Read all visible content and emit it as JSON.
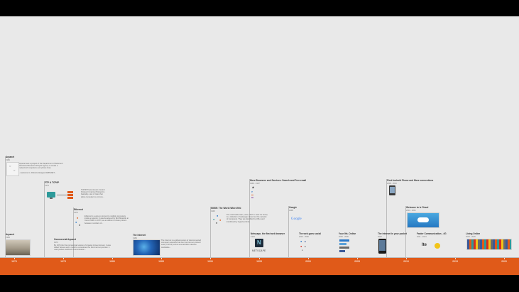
{
  "axis": {
    "ticks": [
      "1970",
      "1975",
      "1980",
      "1985",
      "1990",
      "1995",
      "2000",
      "2005",
      "2010",
      "2015",
      "2020"
    ],
    "color": "#e05a19"
  },
  "events": {
    "arpanet": {
      "title": "Arpanet",
      "date": "1969",
      "text": "Arpanet was a project of the Department of Defense's Advanced Research Project Agency to create a network of computers over phone lines.",
      "quote": "- Lawrence G. Roberts designed ARPANET..."
    },
    "ftp": {
      "title": "FTP & TCP/IP",
      "date": "1973",
      "text": "TCP/IP Transmission Control Protocol / Internet Protocol is basically a set of rules that allow computers to commu..."
    },
    "ethernet": {
      "title": "Ethernet",
      "date": "1973",
      "text": "Ethernet is a way to connect to multiple computers inside a network. It was developed by Bob Metcalfe at Xerox PARC in 1973, as a solution to share printers between members of..."
    },
    "arpanet2": {
      "title": "Arpanet",
      "date": "1969"
    },
    "commercial": {
      "title": "Commercial Arpanet",
      "date": "1974",
      "text": "By 1974 the first commercial version of Arpanet is been known. It was called Telenet and it could be considered the first Internet provider. It used packet switched communication..."
    },
    "internet": {
      "title": "The Internet",
      "date": "1983",
      "text": "The Internet is a global system of interconnected computer networks that use the Internet protocol suite (TCP/IP) to link several billion devices worldwide..."
    },
    "www": {
      "title": "WWW: The World Wide Web",
      "date": "1990",
      "text": "The world wide web ( www, 'W3' or 'web' for short) is a collection of webpages found on this network of computers. They are identified by URLs and interlinked by hypertext links."
    },
    "browsers": {
      "title": "More Browsers and Services. Search and Free email",
      "date": "1996 - 1997"
    },
    "netscape": {
      "title": "Netscape, the first web browser",
      "date": "1994",
      "logo_text": "NETSCAPE"
    },
    "google": {
      "title": "Google",
      "date": "1998",
      "logo_text": "Google"
    },
    "webgoes": {
      "title": "The web goes social",
      "date": "2004 - 2006"
    },
    "online": {
      "title": "Your life, Online",
      "date": "2005 - 2009"
    },
    "pocket": {
      "title": "The internet in your pocket",
      "date": "2007"
    },
    "android": {
      "title": "First Android Phone and More connections",
      "date": "2008 - 2010"
    },
    "cloud": {
      "title": "Welcome to le Cloud",
      "date": "2010 - 2011"
    },
    "faster": {
      "title": "Faster Communication - 4G",
      "date": "2011 - 2013",
      "logo_text": "lte"
    },
    "living": {
      "title": "Living Online",
      "date": "2015 - 2020"
    }
  }
}
